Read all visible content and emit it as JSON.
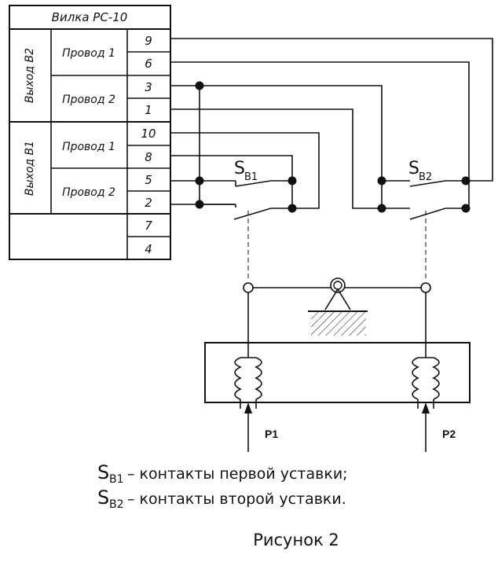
{
  "connector": {
    "title": "Вилка РС-10",
    "outputs": [
      {
        "label": "Выход В2",
        "wires": [
          {
            "label": "Провод 1",
            "pins": [
              "9",
              "6"
            ]
          },
          {
            "label": "Провод 2",
            "pins": [
              "3",
              "1"
            ]
          }
        ]
      },
      {
        "label": "Выход В1",
        "wires": [
          {
            "label": "Провод 1",
            "pins": [
              "10",
              "8"
            ]
          },
          {
            "label": "Провод 2",
            "pins": [
              "5",
              "2"
            ]
          }
        ]
      }
    ],
    "spare_pins": [
      "7",
      "4"
    ]
  },
  "switches": {
    "sb1": {
      "main": "S",
      "sub": "B1"
    },
    "sb2": {
      "main": "S",
      "sub": "B2"
    }
  },
  "pressure": {
    "p1": "P1",
    "p2": "P2"
  },
  "legend": [
    {
      "main": "S",
      "sub": "B1",
      "text": "– контакты первой уставки;"
    },
    {
      "main": "S",
      "sub": "B2",
      "text": "– контакты второй уставки."
    }
  ],
  "caption": "Рисунок 2"
}
